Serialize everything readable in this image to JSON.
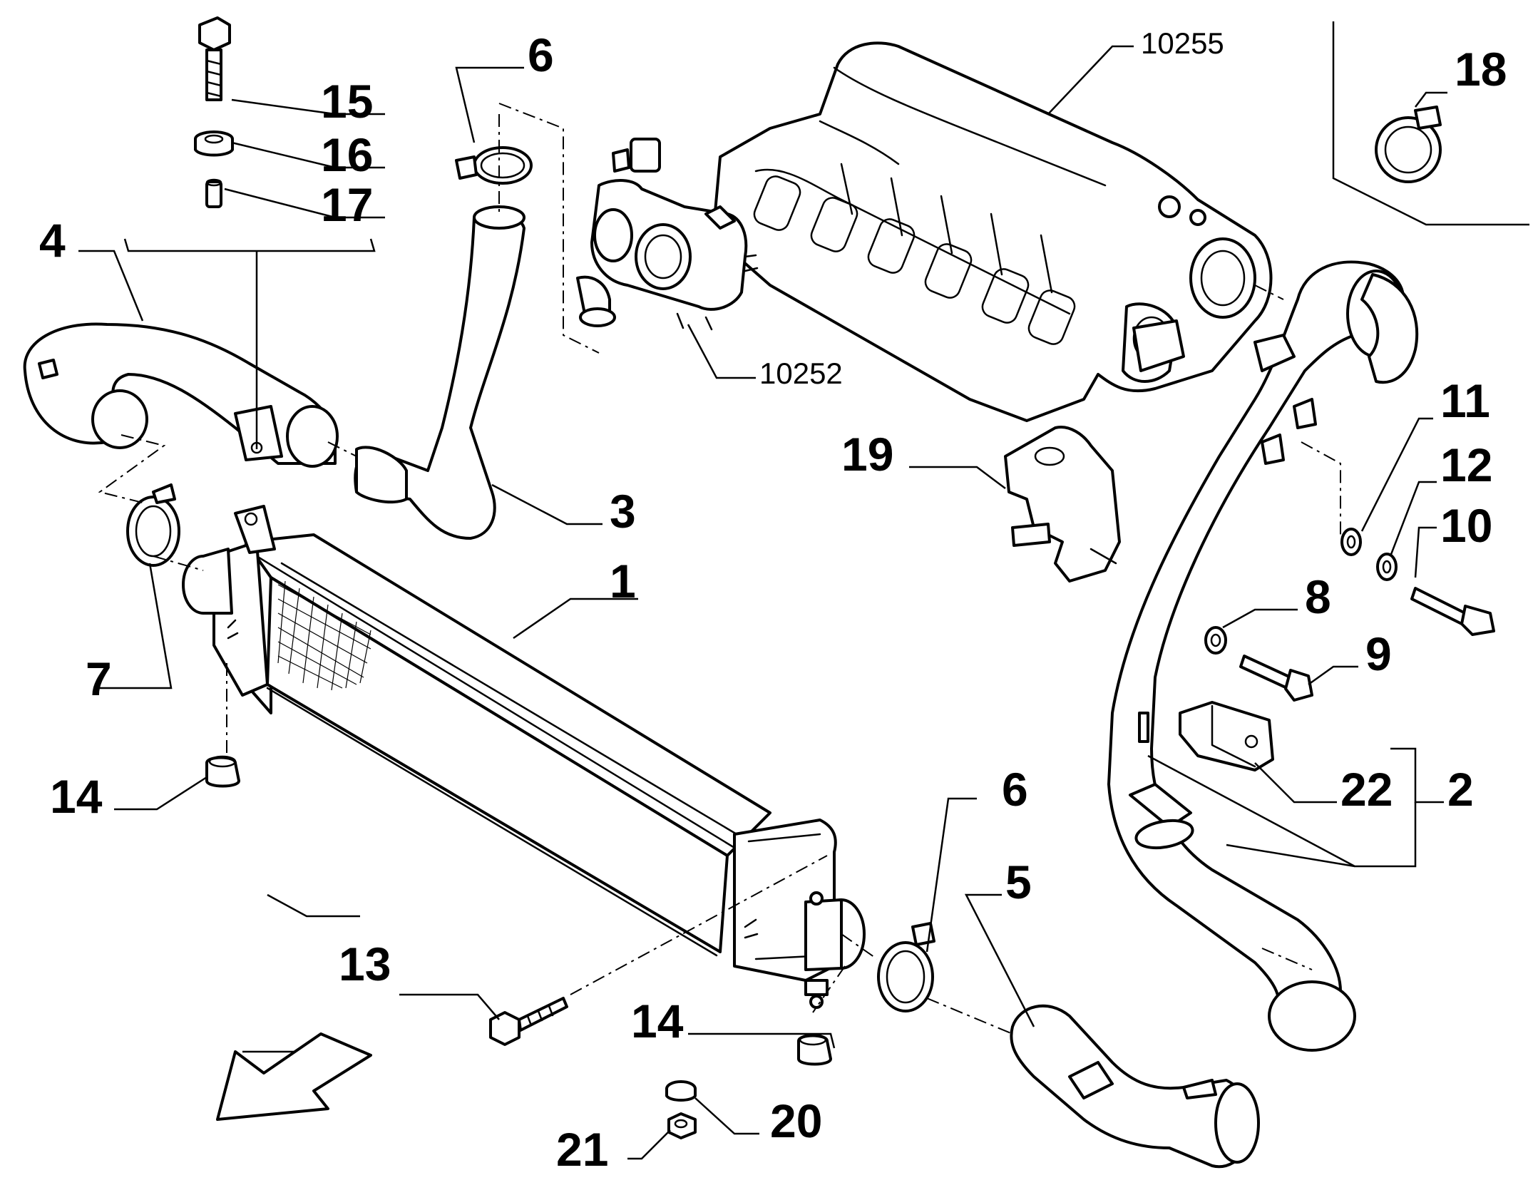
{
  "diagram": {
    "callouts": {
      "c1": "1",
      "c2": "2",
      "c3": "3",
      "c4": "4",
      "c5": "5",
      "c6a": "6",
      "c6b": "6",
      "c7": "7",
      "c8": "8",
      "c9": "9",
      "c10": "10",
      "c11": "11",
      "c12": "12",
      "c13": "13",
      "c14a": "14",
      "c14b": "14",
      "c15": "15",
      "c16": "16",
      "c17": "17",
      "c18": "18",
      "c19": "19",
      "c20": "20",
      "c21": "21",
      "c22": "22"
    },
    "references": {
      "r10252": "10252",
      "r10255": "10255"
    },
    "icons": {
      "front_arrow": "direction-arrow-icon"
    }
  }
}
